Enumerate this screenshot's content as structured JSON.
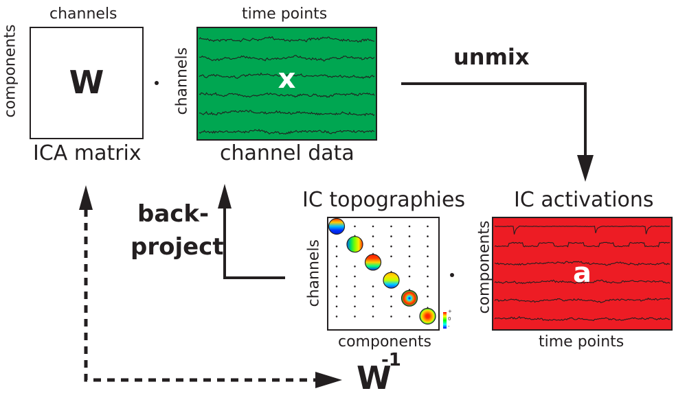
{
  "colors": {
    "ink": "#231f20",
    "channel_data_fill": "#00a651",
    "ic_activations_fill": "#ed1c24",
    "matrix_fill": "#ffffff"
  },
  "ica_matrix": {
    "top_label": "channels",
    "side_label": "components",
    "symbol": "W",
    "caption": "ICA matrix"
  },
  "multiply_dot_1": "·",
  "channel_data": {
    "top_label": "time points",
    "side_label": "channels",
    "symbol": "x",
    "caption": "channel data",
    "trace_count": 6
  },
  "unmix": {
    "label": "unmix"
  },
  "back_project": {
    "label_line1": "back-",
    "label_line2": "project"
  },
  "ic_topographies": {
    "title": "IC topographies",
    "side_label": "channels",
    "bottom_label": "components",
    "scalp_maps": [
      {
        "component": 1,
        "pattern": "frontal-red / posterior-blue"
      },
      {
        "component": 2,
        "pattern": "blue-left / red-right lateral"
      },
      {
        "component": 3,
        "pattern": "frontal-red / occipital-blue"
      },
      {
        "component": 4,
        "pattern": "yellow with right-posterior blue focus"
      },
      {
        "component": 5,
        "pattern": "red ring with central blue focus"
      },
      {
        "component": 6,
        "pattern": "central red focus"
      }
    ],
    "colorbar": {
      "top": "+",
      "mid": "0",
      "bottom": "-"
    }
  },
  "multiply_dot_2": "·",
  "ic_activations": {
    "title": "IC activations",
    "side_label": "components",
    "symbol": "a",
    "bottom_label": "time points",
    "trace_count": 6
  },
  "w_inverse": {
    "base": "W",
    "exponent": "-1"
  }
}
